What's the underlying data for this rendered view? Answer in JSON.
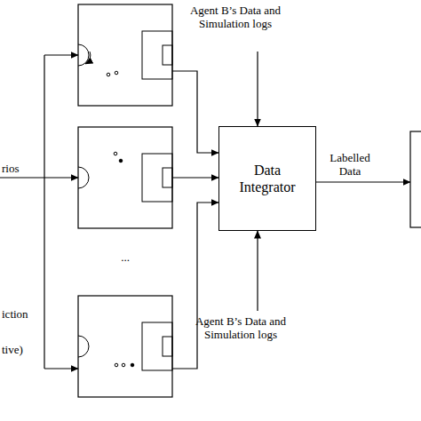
{
  "diagram": {
    "nodes": [
      {
        "text": [
          "Data Integrator"
        ]
      }
    ],
    "labels": [
      "Agent B’s Data and Simulation logs",
      "rios",
      "...",
      "iction",
      "tive)",
      "Labelled Data",
      "Agent B’s Data and Simulation logs"
    ]
  }
}
